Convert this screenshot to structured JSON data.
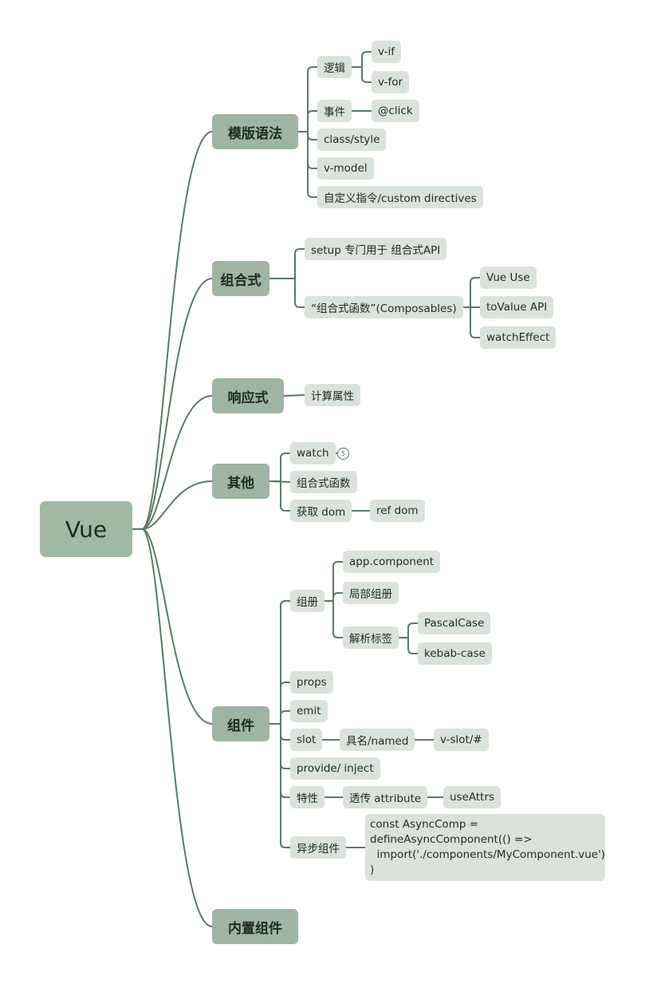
{
  "root": "Vue",
  "branches": {
    "template": "模版语法",
    "composition": "组合式",
    "reactive": "响应式",
    "other": "其他",
    "component": "组件",
    "builtin": "内置组件"
  },
  "template": {
    "logic": "逻辑",
    "vif": "v-if",
    "vfor": "v-for",
    "event": "事件",
    "click": "@click",
    "classstyle": "class/style",
    "vmodel": "v-model",
    "directives": "自定义指令/custom directives"
  },
  "composition": {
    "setup": "setup 专门用于 组合式API",
    "composables": "“组合式函数”(Composables)",
    "vueuse": "Vue Use",
    "tovalue": "toValue API",
    "watcheffect": "watchEffect"
  },
  "reactive": {
    "computed": "计算属性"
  },
  "other": {
    "watch": "watch",
    "watch_badge": "5",
    "composables": "组合式函数",
    "getdom": "获取 dom",
    "refdom": "ref dom"
  },
  "component": {
    "register": "组册",
    "appcomponent": "app.component",
    "local": "局部组册",
    "parse": "解析标签",
    "pascal": "PascalCase",
    "kebab": "kebab-case",
    "props": "props",
    "emit": "emit",
    "slot": "slot",
    "named": "具名/named",
    "vslot": "v-slot/#",
    "provide": "provide/ inject",
    "attrs": "特性",
    "fallthrough": "透传 attribute",
    "useattrs": "useAttrs",
    "async": "异步组件",
    "asynccode": "const AsyncComp =\ndefineAsyncComponent(() =>\n  import('./components/MyComponent.vue')\n)"
  },
  "colors": {
    "line": "#5b7a64",
    "branch": "#9eb5a2",
    "leaf": "#dbe2db"
  }
}
